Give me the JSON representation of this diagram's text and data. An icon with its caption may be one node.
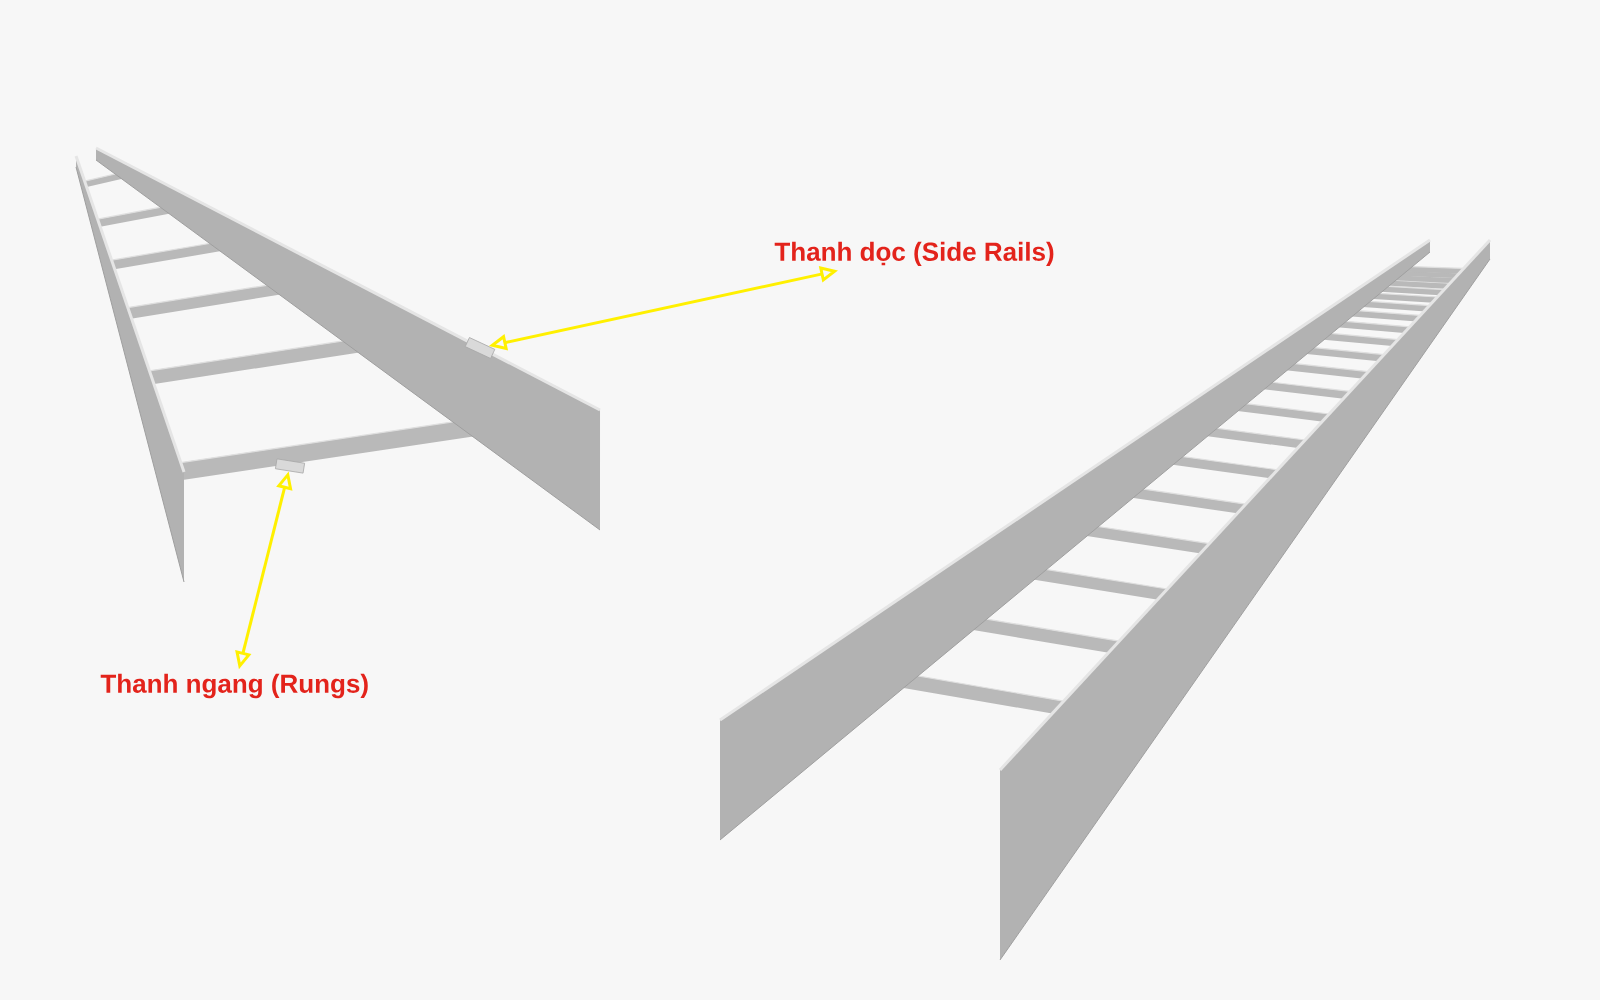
{
  "diagram": {
    "nodes": [
      {
        "text": [
          "Thanh dọc (Side Rails)"
        ]
      },
      {
        "text": [
          "Thanh ngang (Rungs)"
        ]
      },
      {
        "text": [],
        "shape": "bar"
      },
      {
        "text": [],
        "shape": "bar"
      }
    ],
    "edges": [
      {
        "from": 0,
        "to": 2,
        "arrow": "both"
      },
      {
        "from": 1,
        "to": 3,
        "arrow": "both"
      }
    ]
  }
}
